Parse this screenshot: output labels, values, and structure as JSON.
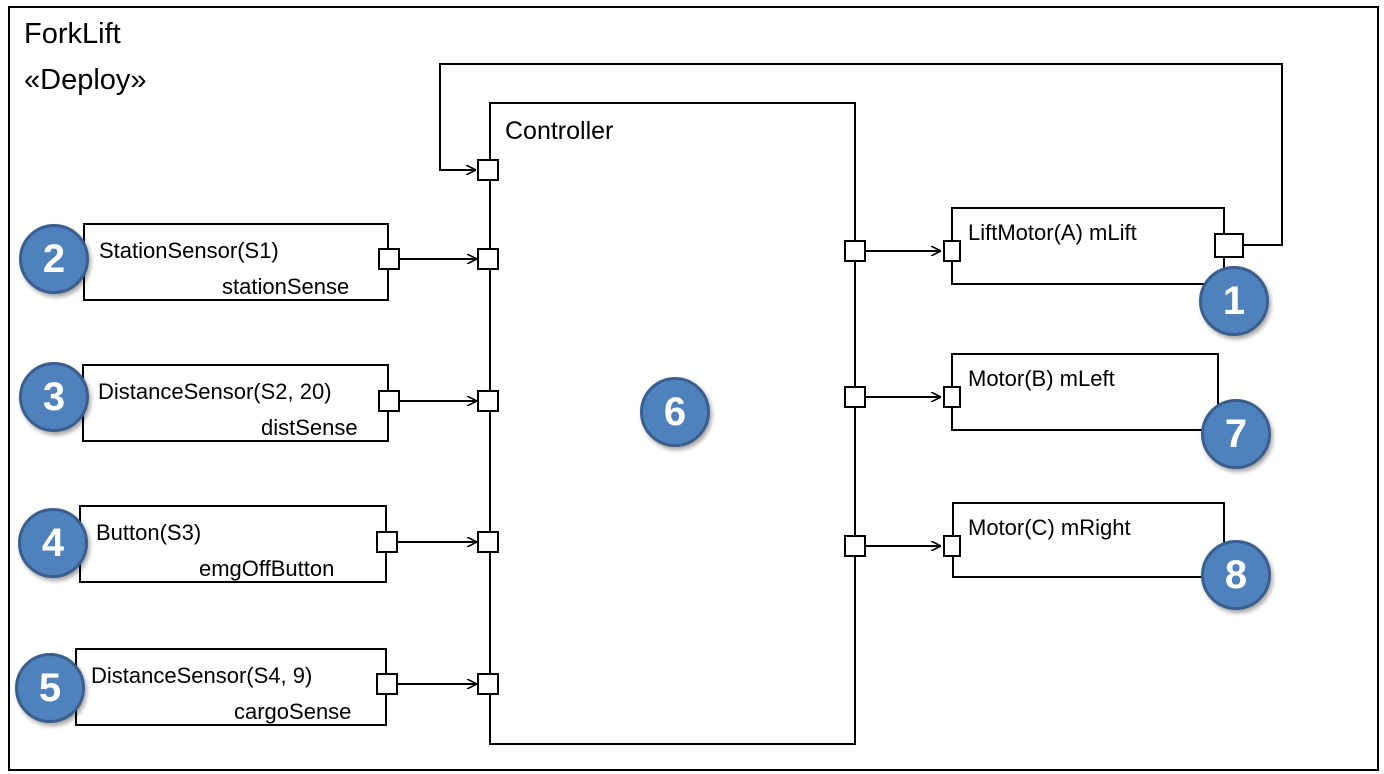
{
  "diagram": {
    "frame_title": "ForkLift",
    "frame_stereotype": "«Deploy»",
    "controller": {
      "label": "Controller",
      "badge": "6"
    },
    "sensors": [
      {
        "line1": "StationSensor(S1)",
        "line2": "stationSense",
        "badge": "2"
      },
      {
        "line1": "DistanceSensor(S2, 20)",
        "line2": "distSense",
        "badge": "3"
      },
      {
        "line1": "Button(S3)",
        "line2": "emgOffButton",
        "badge": "4"
      },
      {
        "line1": "DistanceSensor(S4, 9)",
        "line2": "cargoSense",
        "badge": "5"
      }
    ],
    "motors": [
      {
        "label": "LiftMotor(A) mLift",
        "badge": "1"
      },
      {
        "label": "Motor(B) mLeft",
        "badge": "7"
      },
      {
        "label": "Motor(C) mRight",
        "badge": "8"
      }
    ],
    "colors": {
      "badge_fill": "#4f81bd",
      "badge_border": "#3a5f8f",
      "line": "#000000"
    }
  }
}
